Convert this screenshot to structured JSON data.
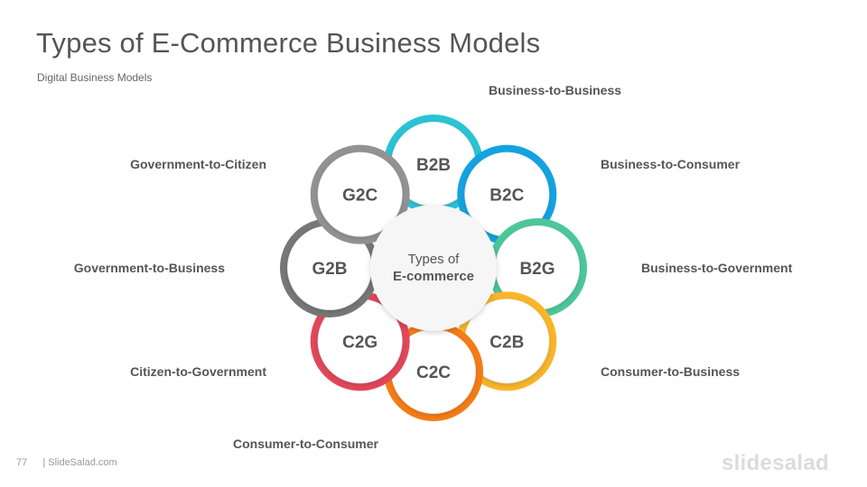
{
  "header": {
    "title": "Types of E-Commerce Business Models",
    "subtitle": "Digital Business Models"
  },
  "center": {
    "line1": "Types of",
    "line2": "E-commerce"
  },
  "nodes": [
    {
      "code": "B2B",
      "label": "Business-to-Business",
      "color": "#2BC3D4"
    },
    {
      "code": "B2C",
      "label": "Business-to-Consumer",
      "color": "#14A3E0"
    },
    {
      "code": "B2G",
      "label": "Business-to-Government",
      "color": "#4CC79A"
    },
    {
      "code": "C2B",
      "label": "Consumer-to-Business",
      "color": "#F9B52A"
    },
    {
      "code": "C2C",
      "label": "Consumer-to-Consumer",
      "color": "#F47C16"
    },
    {
      "code": "C2G",
      "label": "Citizen-to-Government",
      "color": "#E2475A"
    },
    {
      "code": "G2B",
      "label": "Government-to-Business",
      "color": "#777777"
    },
    {
      "code": "G2C",
      "label": "Government-to-Citizen",
      "color": "#929292"
    }
  ],
  "footer": {
    "page_number": "77",
    "source": "| SlideSalad.com",
    "brand": "slidesalad"
  }
}
